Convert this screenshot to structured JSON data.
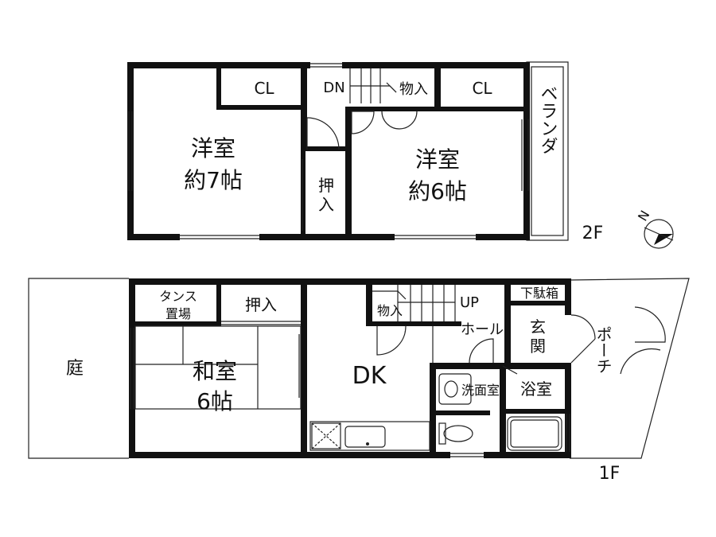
{
  "floor2": {
    "label": "2F",
    "rooms": {
      "western_7_name": "洋室",
      "western_7_size": "約7帖",
      "cl_left": "CL",
      "dn": "DN",
      "storage_top": "物入",
      "cl_right": "CL",
      "western_6_name": "洋室",
      "western_6_size": "約6帖",
      "closet_a": "押",
      "closet_b": "入",
      "veranda": "ベランダ"
    }
  },
  "floor1": {
    "label": "1F",
    "rooms": {
      "garden": "庭",
      "tansu_a": "タンス",
      "tansu_b": "置場",
      "oshiire": "押入",
      "washitsu_name": "和室",
      "washitsu_size": "6帖",
      "dk": "DK",
      "storage": "物入",
      "up": "UP",
      "hall": "ホール",
      "shoe_box": "下駄箱",
      "entrance_a": "玄",
      "entrance_b": "関",
      "washroom": "洗面室",
      "bathroom": "浴室",
      "porch": "ポーチ"
    }
  },
  "compass": {
    "north_label": "N"
  }
}
